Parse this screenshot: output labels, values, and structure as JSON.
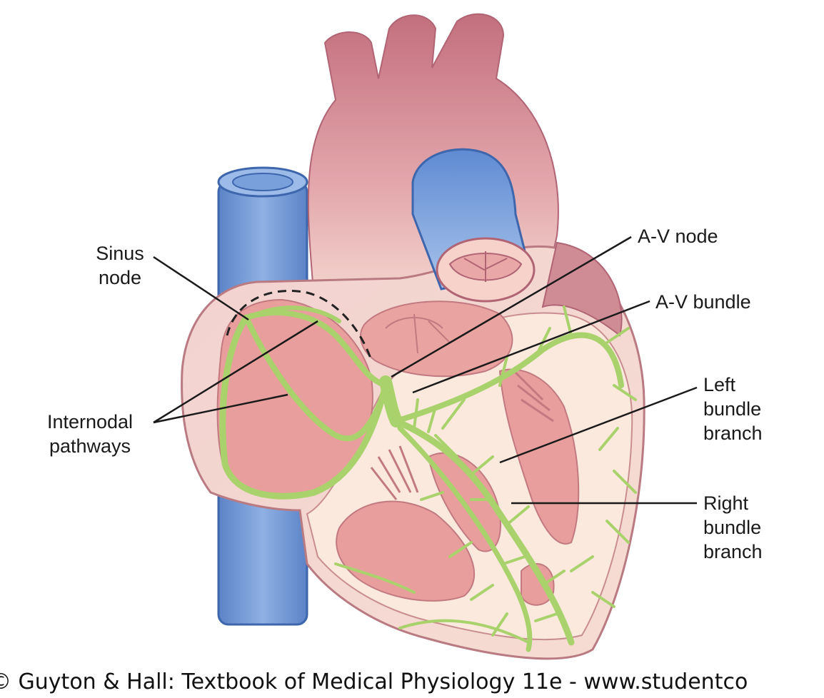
{
  "labels": {
    "sinus_node": [
      "Sinus",
      "node"
    ],
    "internodal_pathways": [
      "Internodal",
      "pathways"
    ],
    "av_node": "A-V node",
    "av_bundle": "A-V bundle",
    "left_bundle_branch": [
      "Left",
      "bundle",
      "branch"
    ],
    "right_bundle_branch": [
      "Right",
      "bundle",
      "branch"
    ]
  },
  "caption": "© Guyton & Hall: Textbook of Medical Physiology 11e - www.studentco",
  "colors": {
    "conduction_fiber": "#a9d26c",
    "vena_cava": "#6b93d1",
    "heart_muscle": "#e79a98",
    "heart_outer": "#c77b86",
    "background_tissue": "#fae8dc"
  }
}
